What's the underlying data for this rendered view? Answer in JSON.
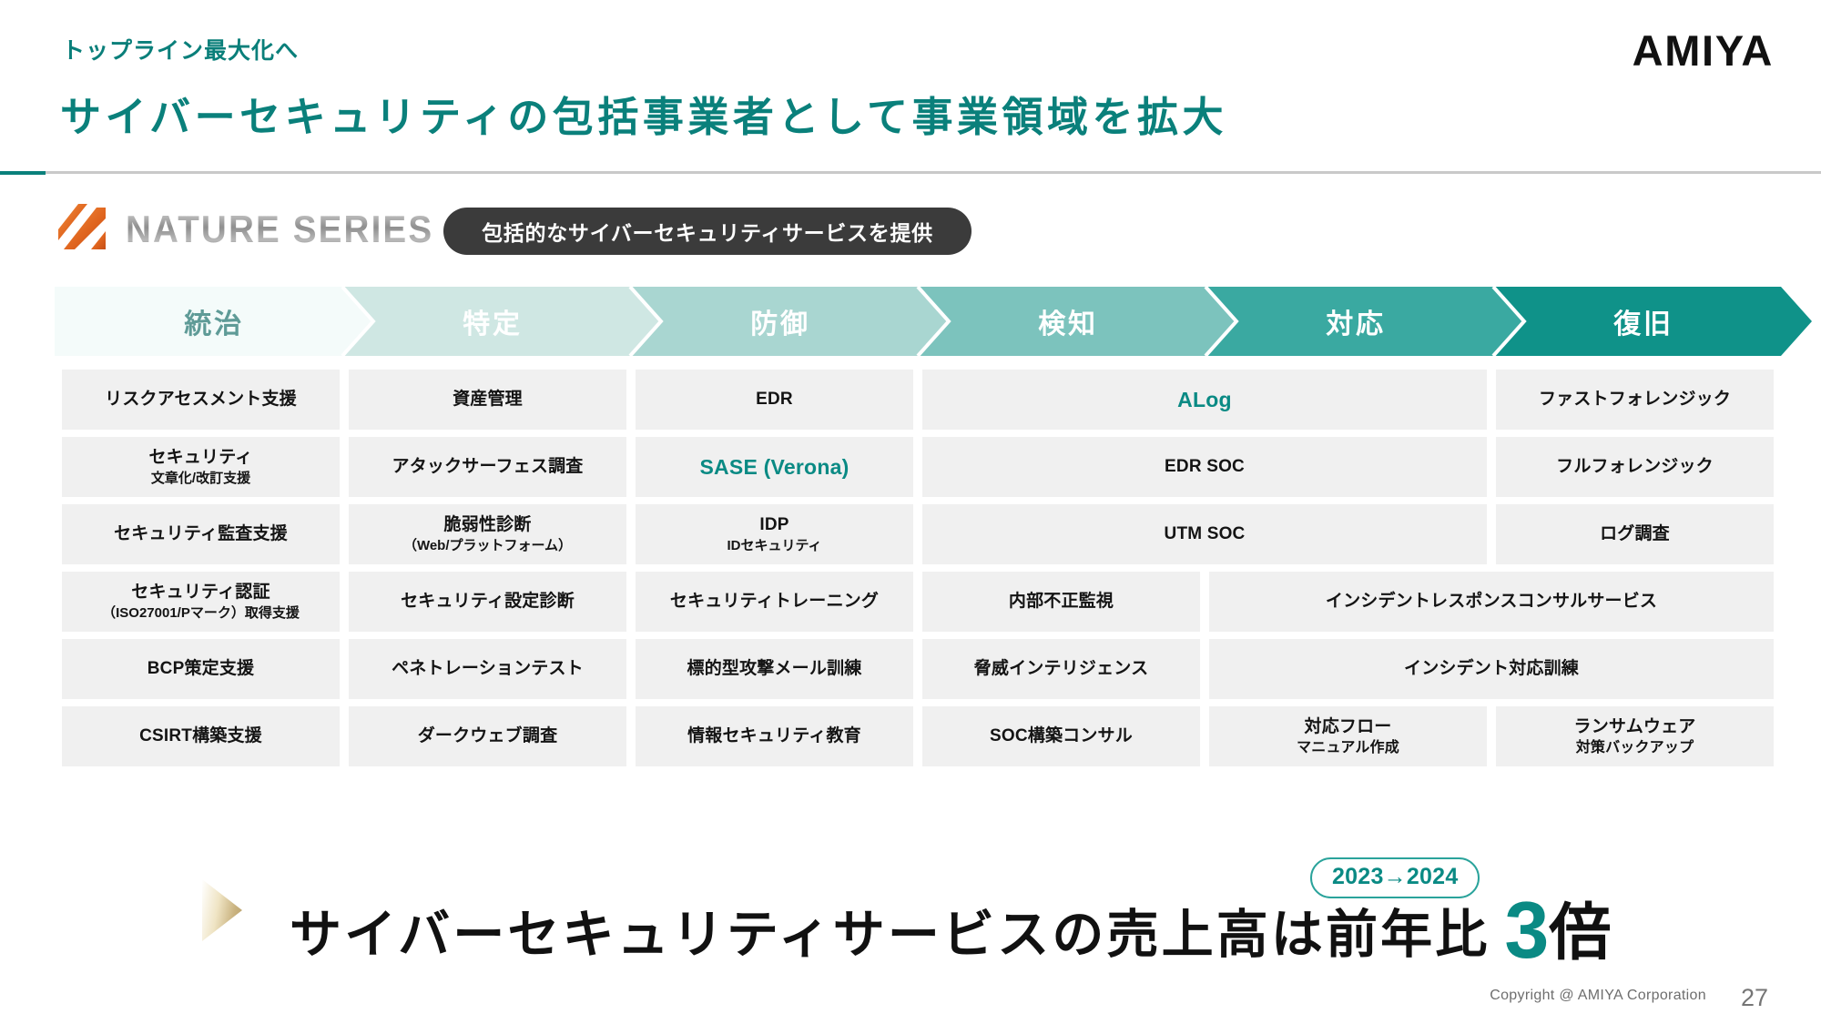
{
  "header": {
    "eyebrow": "トップライン最大化へ",
    "title": "サイバーセキュリティの包括事業者として事業領域を拡大",
    "brand": "AMIYA",
    "accent_color": "#0a807b"
  },
  "series": {
    "logo_text": "NATURE SERIES",
    "pill_text": "包括的なサイバーセキュリティサービスを提供",
    "pill_bg": "#3b3b3b",
    "mark_color_start": "#f08a3c",
    "mark_color_end": "#d1561f"
  },
  "phases": [
    {
      "label": "統治",
      "text_color": "#5f9b97",
      "fill": "#f4fbfa"
    },
    {
      "label": "特定",
      "text_color": "#ffffff",
      "fill": "#cfe7e3"
    },
    {
      "label": "防御",
      "text_color": "#ffffff",
      "fill": "#a9d6d1"
    },
    {
      "label": "検知",
      "text_color": "#ffffff",
      "fill": "#7cc3bd"
    },
    {
      "label": "対応",
      "text_color": "#ffffff",
      "fill": "#3aa9a1"
    },
    {
      "label": "復旧",
      "text_color": "#ffffff",
      "fill": "#0f9289"
    }
  ],
  "grid": {
    "rows": [
      {
        "cells": [
          {
            "text": "リスクアセスメント支援",
            "span": 1,
            "accent": false
          },
          {
            "text": "資産管理",
            "span": 1,
            "accent": false
          },
          {
            "text": "EDR",
            "span": 1,
            "accent": false
          },
          {
            "text": "ALog",
            "span": 2,
            "accent": true
          },
          {
            "text": "ファストフォレンジック",
            "span": 1,
            "accent": false
          }
        ]
      },
      {
        "cells": [
          {
            "text": "セキュリティ",
            "sub": "文章化/改訂支援",
            "span": 1,
            "accent": false
          },
          {
            "text": "アタックサーフェス調査",
            "span": 1,
            "accent": false
          },
          {
            "text": "SASE (Verona)",
            "span": 1,
            "accent": true
          },
          {
            "text": "EDR SOC",
            "span": 2,
            "accent": false
          },
          {
            "text": "フルフォレンジック",
            "span": 1,
            "accent": false
          }
        ]
      },
      {
        "cells": [
          {
            "text": "セキュリティ監査支援",
            "span": 1,
            "accent": false
          },
          {
            "text": "脆弱性診断",
            "sub": "（Web/プラットフォーム）",
            "span": 1,
            "accent": false
          },
          {
            "text": "IDP",
            "sub": "IDセキュリティ",
            "span": 1,
            "accent": false
          },
          {
            "text": "UTM SOC",
            "span": 2,
            "accent": false
          },
          {
            "text": "ログ調査",
            "span": 1,
            "accent": false
          }
        ]
      },
      {
        "cells": [
          {
            "text": "セキュリティ認証",
            "sub": "（ISO27001/Pマーク）取得支援",
            "span": 1,
            "accent": false
          },
          {
            "text": "セキュリティ設定診断",
            "span": 1,
            "accent": false
          },
          {
            "text": "セキュリティトレーニング",
            "span": 1,
            "accent": false
          },
          {
            "text": "内部不正監視",
            "span": 1,
            "accent": false
          },
          {
            "text": "インシデントレスポンスコンサルサービス",
            "span": 2,
            "accent": false
          }
        ]
      },
      {
        "cells": [
          {
            "text": "BCP策定支援",
            "span": 1,
            "accent": false
          },
          {
            "text": "ペネトレーションテスト",
            "span": 1,
            "accent": false
          },
          {
            "text": "標的型攻撃メール訓練",
            "span": 1,
            "accent": false
          },
          {
            "text": "脅威インテリジェンス",
            "span": 1,
            "accent": false
          },
          {
            "text": "インシデント対応訓練",
            "span": 2,
            "accent": false
          }
        ]
      },
      {
        "cells": [
          {
            "text": "CSIRT構築支援",
            "span": 1,
            "accent": false
          },
          {
            "text": "ダークウェブ調査",
            "span": 1,
            "accent": false
          },
          {
            "text": "情報セキュリティ教育",
            "span": 1,
            "accent": false
          },
          {
            "text": "SOC構築コンサル",
            "span": 1,
            "accent": false
          },
          {
            "text": "対応フロー",
            "sub2": "マニュアル作成",
            "span": 1,
            "accent": false
          },
          {
            "text": "ランサムウェア",
            "sub2": "対策バックアップ",
            "span": 1,
            "accent": false
          }
        ]
      }
    ]
  },
  "bottom": {
    "lead": "サイバーセキュリティサービスの売上高は前年比",
    "multiple_number": "3",
    "multiple_unit": "倍",
    "year_badge": "2023→2024",
    "number_color": "#0a8a84"
  },
  "footer": {
    "copyright": "Copyright @ AMIYA Corporation",
    "page_number": "27"
  }
}
